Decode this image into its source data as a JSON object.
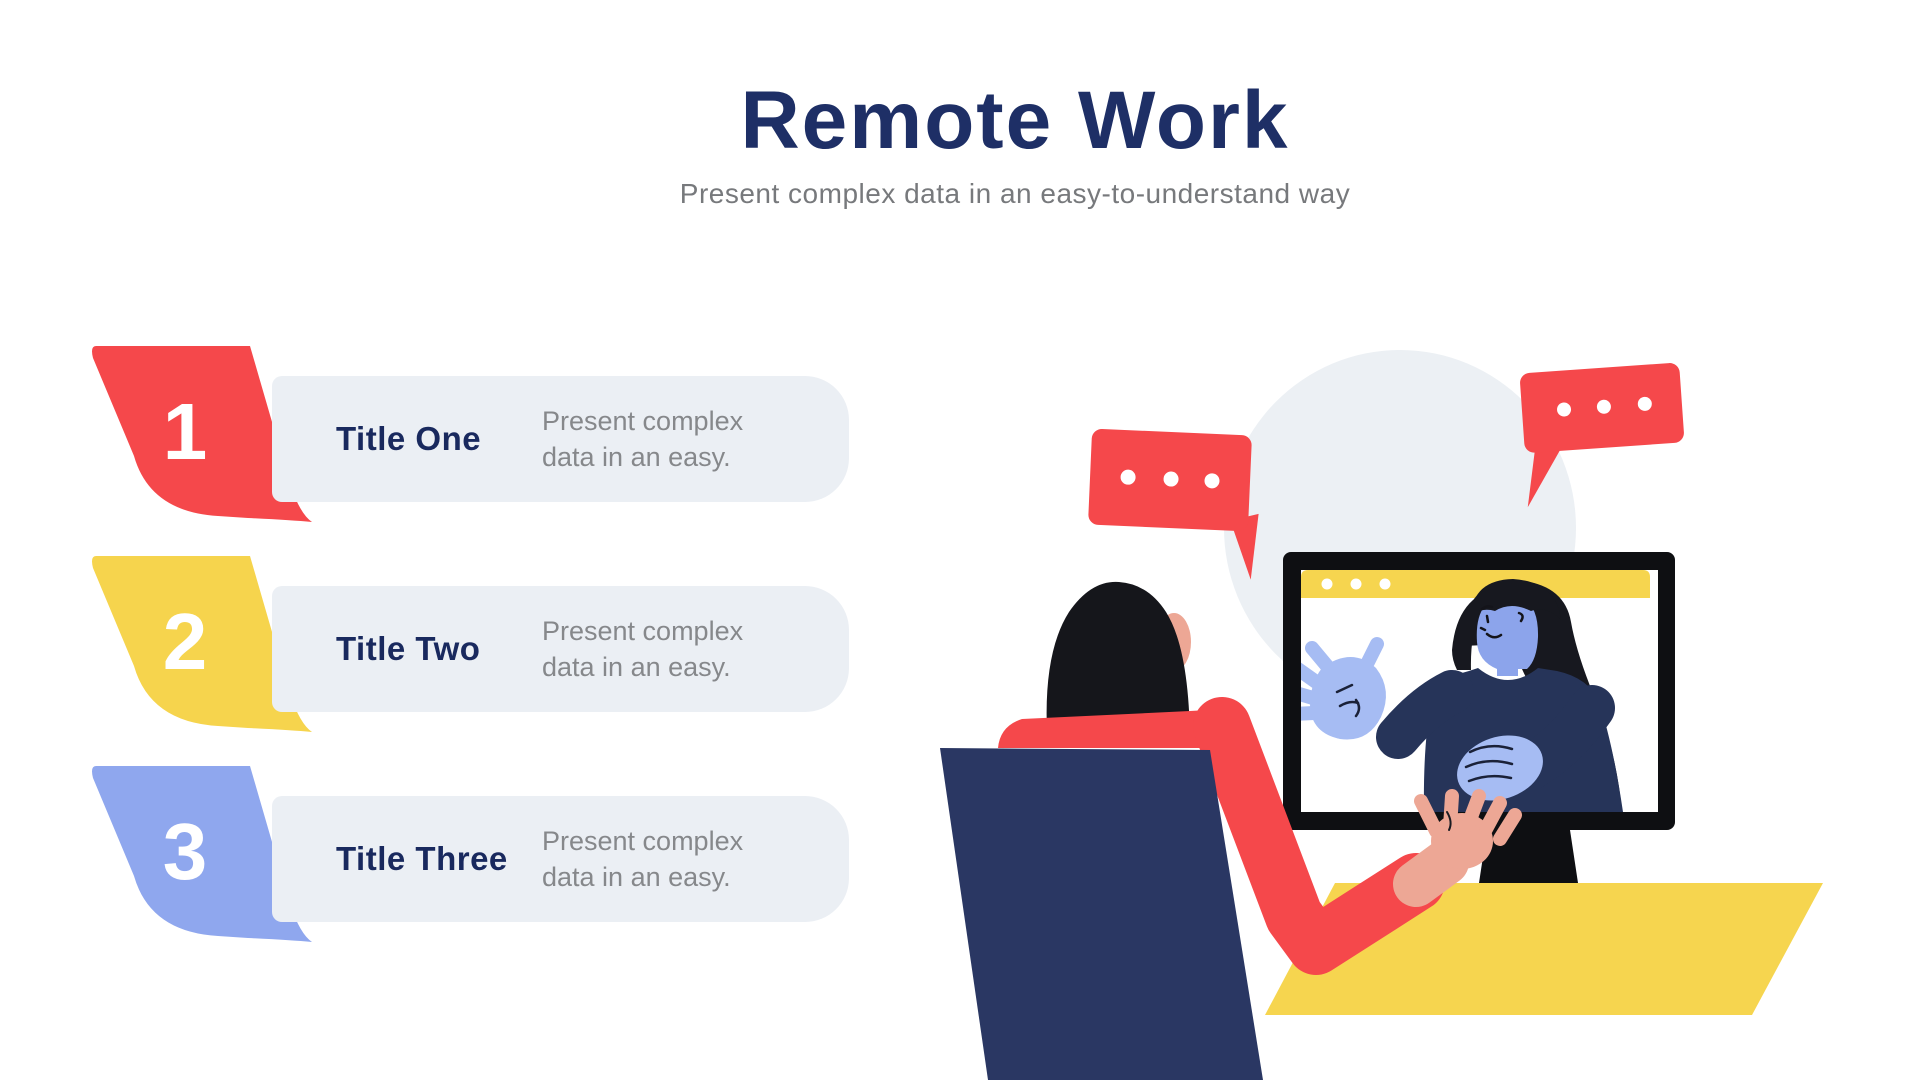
{
  "header": {
    "title": "Remote Work",
    "subtitle": "Present complex data in an easy-to-understand way"
  },
  "items": [
    {
      "number": "1",
      "title": "Title One",
      "description": "Present complex data in an easy.",
      "tab_color": "#F5484B"
    },
    {
      "number": "2",
      "title": "Title Two",
      "description": "Present complex data in an easy.",
      "tab_color": "#F6D44D"
    },
    {
      "number": "3",
      "title": "Title Three",
      "description": "Present complex data in an easy.",
      "tab_color": "#8FA7EE"
    }
  ],
  "list_box_color": "#EBEFF4",
  "illustration": {
    "speech_bubble_left_dots": 3,
    "speech_bubble_right_dots": 3,
    "browser_bar_dots": 3,
    "colors": {
      "accent_red": "#F5484B",
      "accent_yellow": "#F6D54F",
      "accent_periwinkle": "#8FA7EE",
      "navy_dark": "#263459",
      "navy_chair": "#2A3763",
      "skin_salmon": "#EDA795",
      "hand_blue": "#A6BCF3",
      "collar_blue": "#3D5384",
      "circle_gray": "#ECF0F4",
      "monitor_black": "#0E0F12",
      "title_navy": "#1E2F66",
      "text_gray": "#86888B"
    }
  }
}
